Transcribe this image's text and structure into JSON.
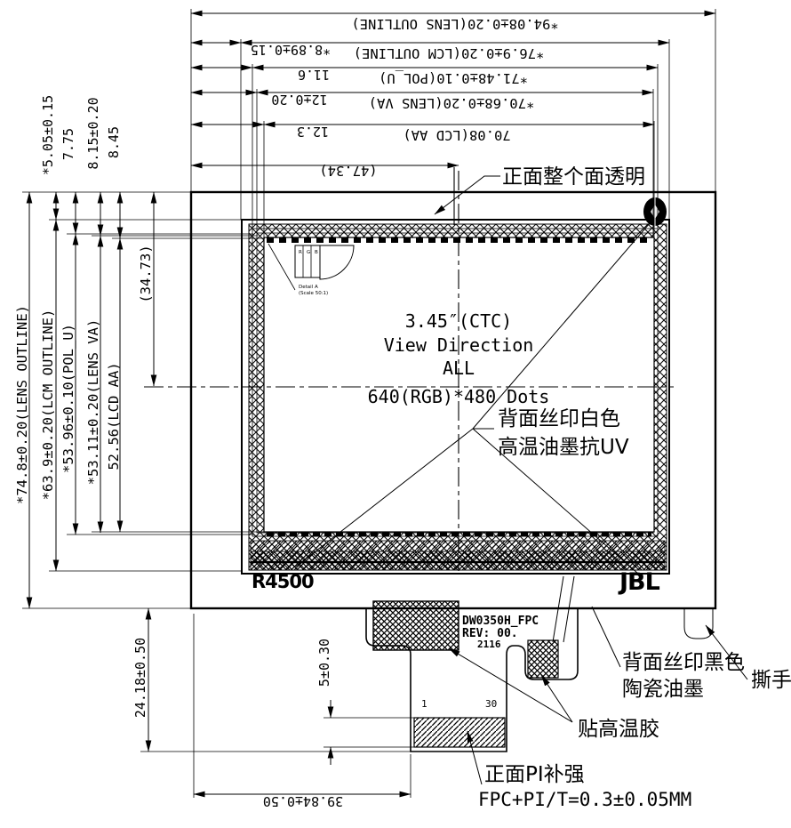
{
  "page": {
    "bg": "#ffffff",
    "ink": "#000000"
  },
  "drawing": {
    "center": {
      "size": "3.45″(CTC)",
      "view1": "View Direction",
      "view2": "ALL",
      "res": "640(RGB)*480 Dots"
    },
    "marks": {
      "left": "R4500",
      "right": "JBL"
    },
    "fpc": {
      "name": "DW0350H_FPC",
      "rev": "REV: 00.",
      "code": "2116"
    },
    "pins": {
      "first": "1",
      "last": "30"
    },
    "detail": {
      "r": "R",
      "g": "G",
      "b": "B",
      "cap1": "Detail A",
      "cap2": "(Scale 50:1)"
    },
    "notes": {
      "front_clear": "正面整个面透明",
      "back_white1": "背面丝印白色",
      "back_white2": "高温油墨抗UV",
      "back_black1": "背面丝印黑色",
      "back_black2": "陶瓷油墨",
      "tear": "撕手",
      "tape": "贴高温胶",
      "pi1": "正面PI补强",
      "pi2": "FPC+PI/T=0.3±0.05MM"
    },
    "dims": {
      "lens_w": "*94.08±0.20(LENS OUTLINE)",
      "lcm_w": "*76.9±0.20(LCM OUTLINE)",
      "pol_w": "*71.48±0.10(POL_U)",
      "va_w": "*70.68±0.20(LENS VA)",
      "aa_w": "70.08(LCD AA)",
      "half_w": "(47.34)",
      "off_w1": "*8.89±0.15",
      "off_w2": "11.6",
      "off_w3": "12±0.20",
      "off_w4": "12.3",
      "lens_h": "*74.8±0.20(LENS OUTLINE)",
      "lcm_h": "*63.9±0.20(LCM OUTLINE)",
      "pol_h": "*53.96±0.10(POL_U)",
      "va_h": "*53.11±0.20(LENS VA)",
      "aa_h": "52.56(LCD AA)",
      "half_h": "(34.73)",
      "off_h1": "*5.05±0.15",
      "off_h2": "7.75",
      "off_h3": "8.15±0.20",
      "off_h4": "8.45",
      "fpc_len": "24.18±0.50",
      "conn_off": "39.84±0.50",
      "pi_t": "5±0.30"
    }
  }
}
